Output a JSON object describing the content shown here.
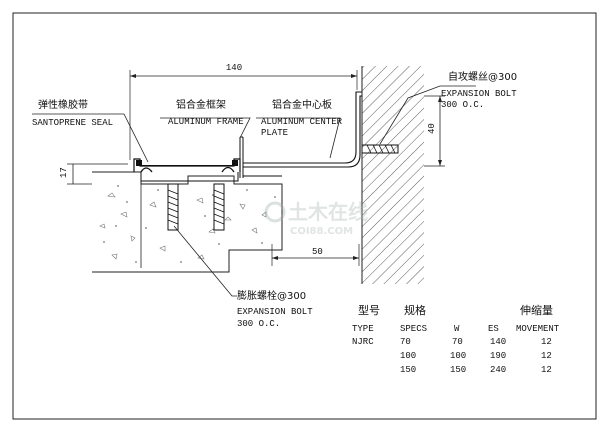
{
  "labels": {
    "seal_cn": "弹性橡胶带",
    "seal_en": "SANTOPRENE SEAL",
    "frame_cn": "铝合金框架",
    "frame_en": "ALUMINUM FRAME",
    "plate_cn": "铝合金中心板",
    "plate_en_1": "ALUMINUM CENTER",
    "plate_en_2": "PLATE",
    "screw_cn": "自攻螺丝@300",
    "screw_en_1": "EXPANSION BOLT",
    "screw_en_2": "300 O.C.",
    "bolt_cn": "膨胀螺栓@300",
    "bolt_en_1": "EXPANSION BOLT",
    "bolt_en_2": "300 O.C."
  },
  "dimensions": {
    "width_top": "140",
    "height_right": "40",
    "height_left": "17",
    "gap_bottom": "50"
  },
  "watermark": {
    "main": "土木在线",
    "sub": "COI88.COM"
  },
  "spec_table": {
    "headers_cn": {
      "type": "型号",
      "specs": "规格",
      "movement": "伸缩量"
    },
    "headers_en": {
      "type": "TYPE",
      "specs": "SPECS",
      "w": "W",
      "es": "ES",
      "movement": "MOVEMENT"
    },
    "rows": [
      {
        "type": "NJRC",
        "specs": "70",
        "w": "70",
        "es": "140",
        "movement": "12"
      },
      {
        "type": "",
        "specs": "100",
        "w": "100",
        "es": "190",
        "movement": "12"
      },
      {
        "type": "",
        "specs": "150",
        "w": "150",
        "es": "240",
        "movement": "12"
      }
    ]
  }
}
